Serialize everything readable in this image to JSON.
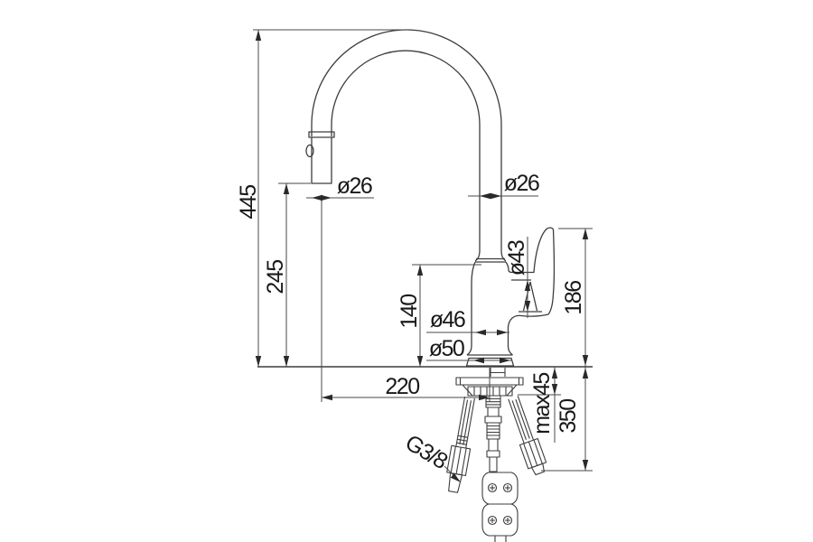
{
  "drawing": {
    "type": "technical-dimension-drawing",
    "subject": "kitchen mixer tap with pull-out spray, side elevation with dimensions",
    "units_implied": "mm",
    "labels": {
      "total_height": "445",
      "spray_head_height": "245",
      "body_height": "140",
      "handle_top_height": "186",
      "spout_reach": "220",
      "hose_drop": "350",
      "max_counter_thickness": "max45",
      "spray_head_diameter": "ø26",
      "spout_tube_diameter": "ø26",
      "cartridge_diameter": "ø43",
      "body_diameter": "ø46",
      "base_diameter": "ø50",
      "supply_thread": "G3/8"
    },
    "colors": {
      "background": "#ffffff",
      "outline": "#3d3d3d",
      "dimension_line": "#4a4a4a",
      "arrow": "#2a2a2a",
      "text": "#191919"
    }
  }
}
